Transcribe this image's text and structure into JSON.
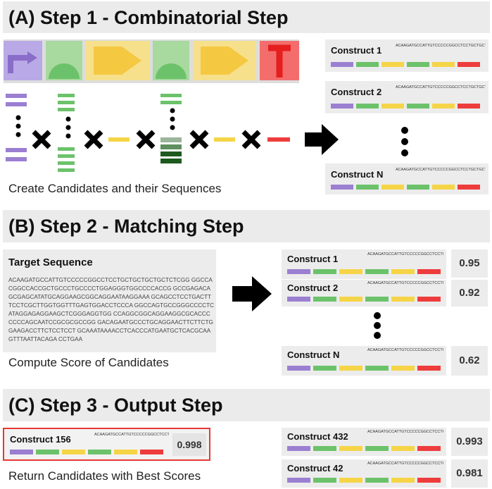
{
  "colors": {
    "purple": "#9b7fd1",
    "green": "#6cc26a",
    "yellow": "#f5d547",
    "red": "#ee3c3c",
    "darkgreen": "#1e5a1e",
    "midgreen": "#3f7f3f",
    "sage": "#9bb59b",
    "header_bg": "#ebebeb",
    "card_bg": "#ececec"
  },
  "step1": {
    "title": "(A) Step 1 - Combinatorial Step",
    "caption": "Create Candidates and their Sequences"
  },
  "step2": {
    "title": "(B) Step 2  - Matching Step",
    "caption": "Compute Score of Candidates",
    "target_label": "Target Sequence",
    "target_sequence": "ACAAGATGCCATTGTCCCCCGGCCTCCTGCTGCTGCTGCTCTCGG GGCCACGGCCACCGCTGCCCTGCCCCTGGAGGGTGGCCCCACCG GCCGAGACAGCGAGCATATGCAGGAAGCGGCAGGAATAAGGAAA GCAGCCTCCTGACTTTCCTCGCTTGGTGGTTTGAGTGGACCTCCCA GGCCAGTGCCGGGCCCCTCATAGGAGAGGAAGCTCGGGAGGTGG CCAGGCGGCAGGAAGGCGCACCCCCCCAGCAATCCGCGCGCCGG GACAGAATGCCCTGCAGGAACTTCTTCTGGAAGACCTTCTCCTCCT GCAAATAAAACCTCACCCATGAATGCTCACGCAAGTTTAATTACAGA CCTGAA"
  },
  "step3": {
    "title": "(C) Step 3  - Output Step",
    "caption": "Return Candidates with Best Scores"
  },
  "seq_snippet": "ACAAGATGCCATTGTCCCCCGGCCTCCTGCTGCTGCTGCTCTCGGGGCCACGGCCACCGCTGCCCTGCC...",
  "constructs_step1": [
    {
      "label": "Construct 1"
    },
    {
      "label": "Construct 2"
    },
    {
      "label": "Construct N"
    }
  ],
  "constructs_step2": [
    {
      "label": "Construct 1",
      "score": "0.95"
    },
    {
      "label": "Construct 2",
      "score": "0.92"
    },
    {
      "label": "Construct N",
      "score": "0.62"
    }
  ],
  "construct_best": {
    "label": "Construct 156",
    "score": "0.998"
  },
  "constructs_step3": [
    {
      "label": "Construct 432",
      "score": "0.993"
    },
    {
      "label": "Construct 42",
      "score": "0.981"
    }
  ]
}
